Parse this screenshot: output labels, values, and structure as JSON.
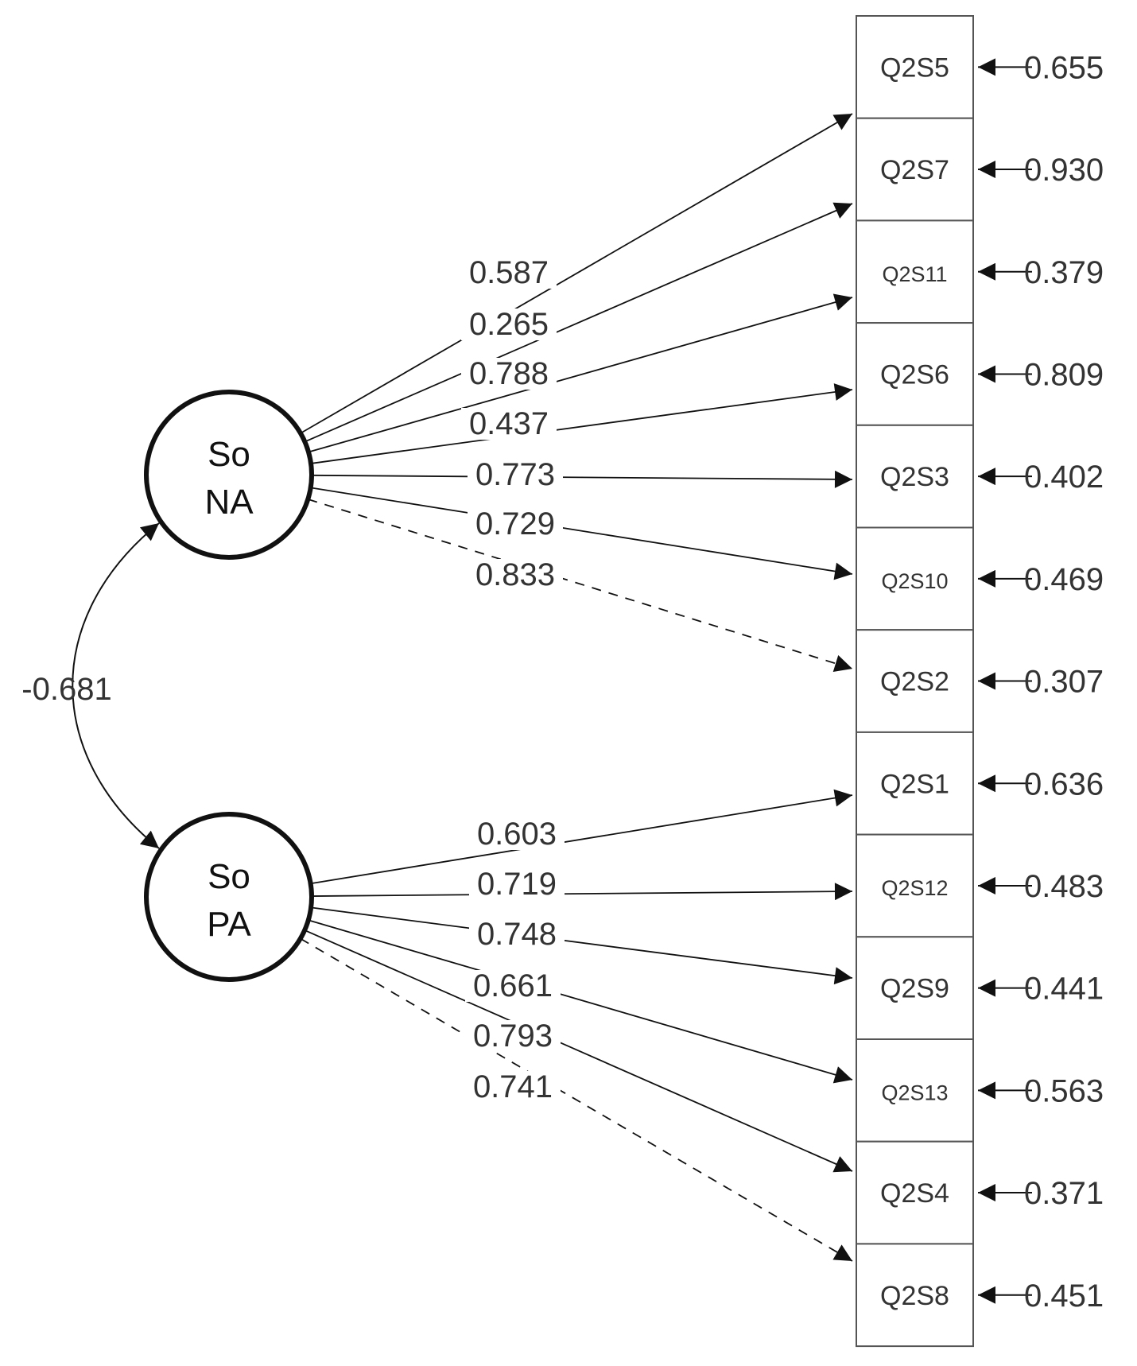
{
  "factors": [
    {
      "id": "NA",
      "label_line1": "So",
      "label_line2": "NA"
    },
    {
      "id": "PA",
      "label_line1": "So",
      "label_line2": "PA"
    }
  ],
  "covariance": {
    "value": "-0.681"
  },
  "items": [
    {
      "label": "Q2S5",
      "error": "0.655",
      "factor": "NA",
      "loading": "0.587",
      "dashed": false
    },
    {
      "label": "Q2S7",
      "error": "0.930",
      "factor": "NA",
      "loading": "0.265",
      "dashed": false
    },
    {
      "label": "Q2S11",
      "error": "0.379",
      "factor": "NA",
      "loading": "0.788",
      "dashed": false
    },
    {
      "label": "Q2S6",
      "error": "0.809",
      "factor": "NA",
      "loading": "0.437",
      "dashed": false
    },
    {
      "label": "Q2S3",
      "error": "0.402",
      "factor": "NA",
      "loading": "0.773",
      "dashed": false
    },
    {
      "label": "Q2S10",
      "error": "0.469",
      "factor": "NA",
      "loading": "0.729",
      "dashed": false
    },
    {
      "label": "Q2S2",
      "error": "0.307",
      "factor": "NA",
      "loading": "0.833",
      "dashed": true
    },
    {
      "label": "Q2S1",
      "error": "0.636",
      "factor": "PA",
      "loading": "0.603",
      "dashed": false
    },
    {
      "label": "Q2S12",
      "error": "0.483",
      "factor": "PA",
      "loading": "0.719",
      "dashed": false
    },
    {
      "label": "Q2S9",
      "error": "0.441",
      "factor": "PA",
      "loading": "0.748",
      "dashed": false
    },
    {
      "label": "Q2S13",
      "error": "0.563",
      "factor": "PA",
      "loading": "0.661",
      "dashed": false
    },
    {
      "label": "Q2S4",
      "error": "0.371",
      "factor": "PA",
      "loading": "0.793",
      "dashed": false
    },
    {
      "label": "Q2S8",
      "error": "0.451",
      "factor": "PA",
      "loading": "0.741",
      "dashed": true
    }
  ],
  "colors": {
    "line": "#111111",
    "box": "#555555",
    "text": "#333333"
  }
}
